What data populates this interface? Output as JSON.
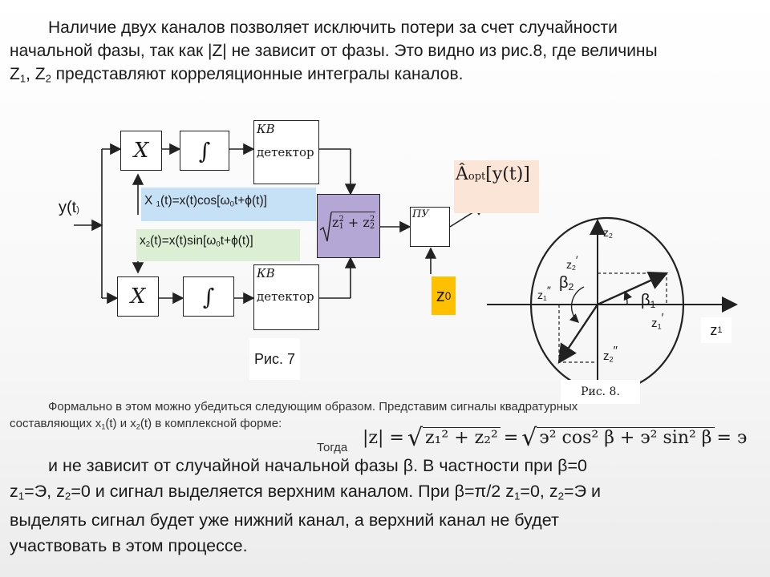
{
  "intro": {
    "line1": "Наличие двух каналов позволяет исключить потери за счет случайности",
    "line2": "начальной фазы, так как |Z| не зависит от фазы. Это видно из рис.8, где величины",
    "line3_z": "Z",
    "line3_sub1": "1",
    "line3_sep": ", Z",
    "line3_sub2": "2",
    "line3_rest": " представляют корреляционные интегралы каналов."
  },
  "fig7": {
    "input_label_main": "y(t",
    "input_label_tail": ")",
    "multiplier_symbol": "X",
    "integrator_symbol": "∫",
    "detector_title": "КВ",
    "detector_text": "детектор",
    "ref_top": {
      "pre": "X ",
      "sub1": "1",
      "mid": "(t)=x(t)cos[ω",
      "sub0": "0",
      "post": "t+ϕ(t)]"
    },
    "ref_bottom": {
      "pre": "x",
      "sub1": "2",
      "mid": "(t)=x(t)sin[ω",
      "sub0": "0",
      "post": "t+ϕ(t)]"
    },
    "sqrt_expr": {
      "z1": "z",
      "s1": "1",
      "e1": "2",
      "plus": " + z",
      "s2": "2",
      "e2": "2"
    },
    "pu_label": "ПУ",
    "threshold_z": "z",
    "threshold_sub": "0",
    "output_hat": "Â",
    "output_opt": "opt",
    "output_arg": "[y(t)]",
    "caption": "Рис. 7"
  },
  "fig8": {
    "axis_z1": "z",
    "axis_z1_sub": "1",
    "axis_z2": "z",
    "axis_z2_sub": "2",
    "z2_prime": "z",
    "z2_prime_sub": "2",
    "z2_prime_mark": "′",
    "z1_dprime": "z",
    "z1_dprime_sub": "1",
    "z1_dprime_mark": "″",
    "beta2": "β",
    "beta2_sub": "2",
    "beta1": "β",
    "beta1_sub": "1",
    "z1_prime": "z",
    "z1_prime_sub": "1",
    "z1_prime_mark": "′",
    "z2_dprime": "z",
    "z2_dprime_sub": "2",
    "z2_dprime_mark": "″",
    "caption": "Рис. 8."
  },
  "formal": {
    "line1": "Формально в этом можно убедиться следующим образом. Представим сигналы квадратурных",
    "line2_a": "составляющих x",
    "line2_s1": "1",
    "line2_b": "(t) и x",
    "line2_s2": "2",
    "line2_c": "(t) в комплексной форме:",
    "togda": "Тогда",
    "formula": {
      "abs_z": "|z| =",
      "eq2": "=",
      "rad1": "z₁² + z₂²",
      "rad2": "э² cos² β + э² sin² β",
      "eq3": "= э"
    }
  },
  "conclusion": {
    "l1": "и не зависит от случайной начальной фазы β. В частности при β=0",
    "l2_a": "z",
    "l2_s1": "1",
    "l2_b": "=Э, z",
    "l2_s2": "2",
    "l2_c": "=0 и сигнал выделяется верхним каналом. При β=π/2 z",
    "l2_s3": "1",
    "l2_d": "=0, z",
    "l2_s4": "2",
    "l2_e": "=Э и",
    "l3": "выделять сигнал будет уже нижний канал, а верхний канал не будет",
    "l4": "участвовать в этом процессе."
  },
  "colors": {
    "blue_label": "#c6e0f5",
    "green_label": "#dcefd4",
    "sqrt_box": "#b4a7d6",
    "output_box": "#fbe5d6",
    "threshold_box": "#ffc000"
  }
}
